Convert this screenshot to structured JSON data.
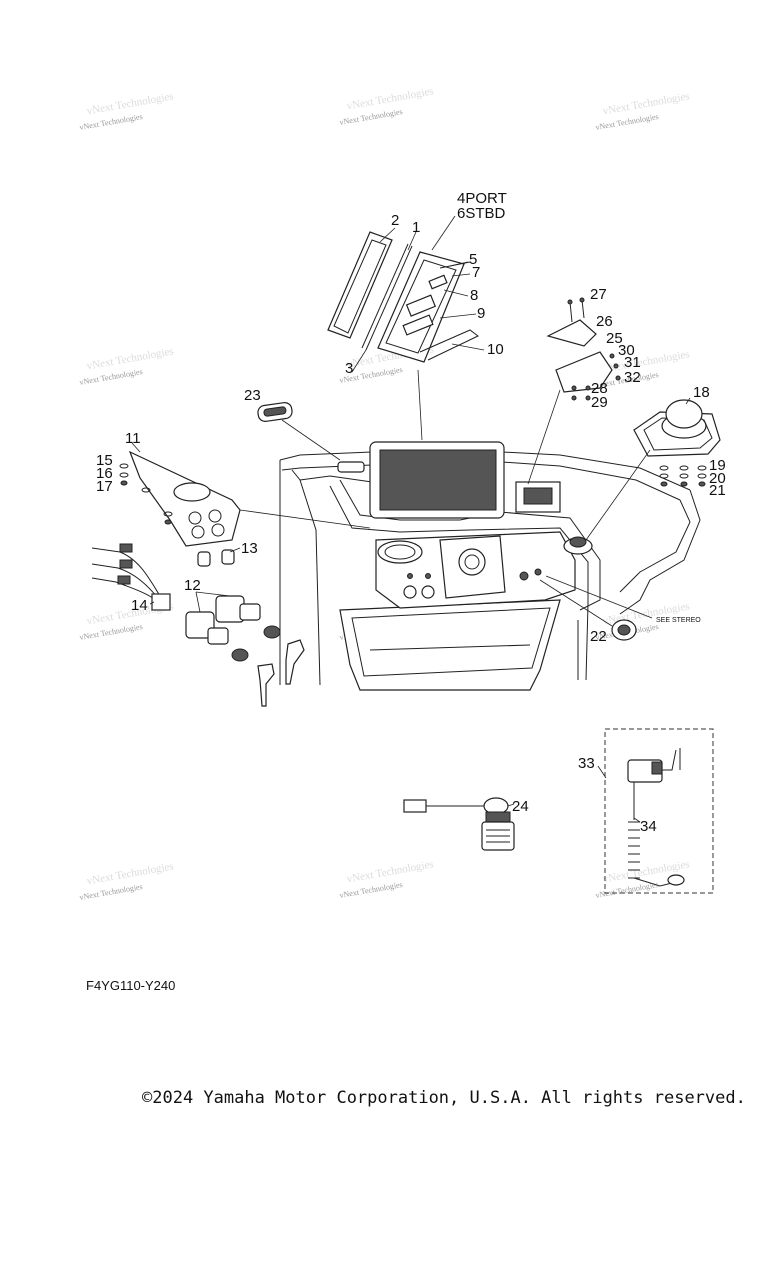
{
  "watermark": {
    "text": "vNext Technologies"
  },
  "callouts": {
    "c1": "1",
    "c2": "2",
    "c3": "3",
    "c4": "4PORT",
    "c6": "6STBD",
    "c5": "5",
    "c7": "7",
    "c8": "8",
    "c9": "9",
    "c10": "10",
    "c11": "11",
    "c12": "12",
    "c13": "13",
    "c14": "14",
    "c15": "15",
    "c16": "16",
    "c17": "17",
    "c18": "18",
    "c19": "19",
    "c20": "20",
    "c21": "21",
    "c22": "22",
    "c23": "23",
    "c24": "24",
    "c25": "25",
    "c26": "26",
    "c27": "27",
    "c28": "28",
    "c29": "29",
    "c30": "30",
    "c31": "31",
    "c32": "32",
    "c33": "33",
    "c34": "34"
  },
  "see_stereo": "SEE STEREO",
  "diagram_code": "F4YG110-Y240",
  "copyright": "©2024 Yamaha Motor Corporation, U.S.A. All rights reserved."
}
